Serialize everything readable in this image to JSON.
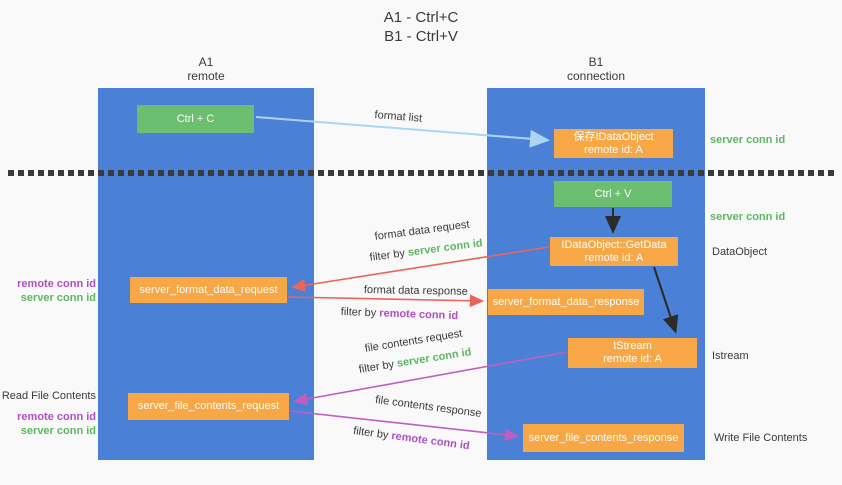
{
  "title": {
    "line1": "A1 - Ctrl+C",
    "line2": "B1 - Ctrl+V"
  },
  "columns": {
    "left": {
      "id": "A1",
      "subtitle": "remote"
    },
    "right": {
      "id": "B1",
      "subtitle": "connection"
    }
  },
  "nodes": {
    "ctrl_c": "Ctrl + C",
    "ctrl_v": "Ctrl + V",
    "save_idataobject": {
      "line1": "保存IDataObject",
      "line2": "remote id: A"
    },
    "getdata": {
      "line1": "IDataObject::GetData",
      "line2": "remote id: A"
    },
    "istream": {
      "line1": "IStream",
      "line2": "remote id: A"
    },
    "server_format_data_request": "server_format_data_request",
    "server_format_data_response": "server_format_data_response",
    "server_file_contents_request": "server_file_contents_request",
    "server_file_contents_response": "server_file_contents_response"
  },
  "flow_labels": {
    "format_list": "format list",
    "format_data_request": "format data request",
    "format_data_response": "format data response",
    "file_contents_request": "file contents request",
    "file_contents_response": "file contents response",
    "filter_by": "filter by ",
    "server_conn_id": "server conn id",
    "remote_conn_id": "remote conn id"
  },
  "side_labels": {
    "server_conn_id_top": "server conn id",
    "server_conn_id_mid": "server conn id",
    "dataobject": "DataObject",
    "istream": "Istream",
    "write_file_contents": "Write File Contents",
    "read_file_contents": "Read File Contents",
    "remote_conn_id": "remote conn id",
    "server_conn_id": "server conn id"
  },
  "colors": {
    "background": "#f9f9f9",
    "lane_blue": "#4a80d6",
    "node_green": "#6cbf70",
    "node_orange": "#f7a745",
    "arrow_light_blue": "#aad6f2",
    "arrow_black": "#2b2b2b",
    "arrow_red": "#e9655b",
    "arrow_magenta": "#c05ec0",
    "text_green": "#5cb860",
    "text_purple": "#b04ec8",
    "text_dark": "#3a3a3a"
  }
}
